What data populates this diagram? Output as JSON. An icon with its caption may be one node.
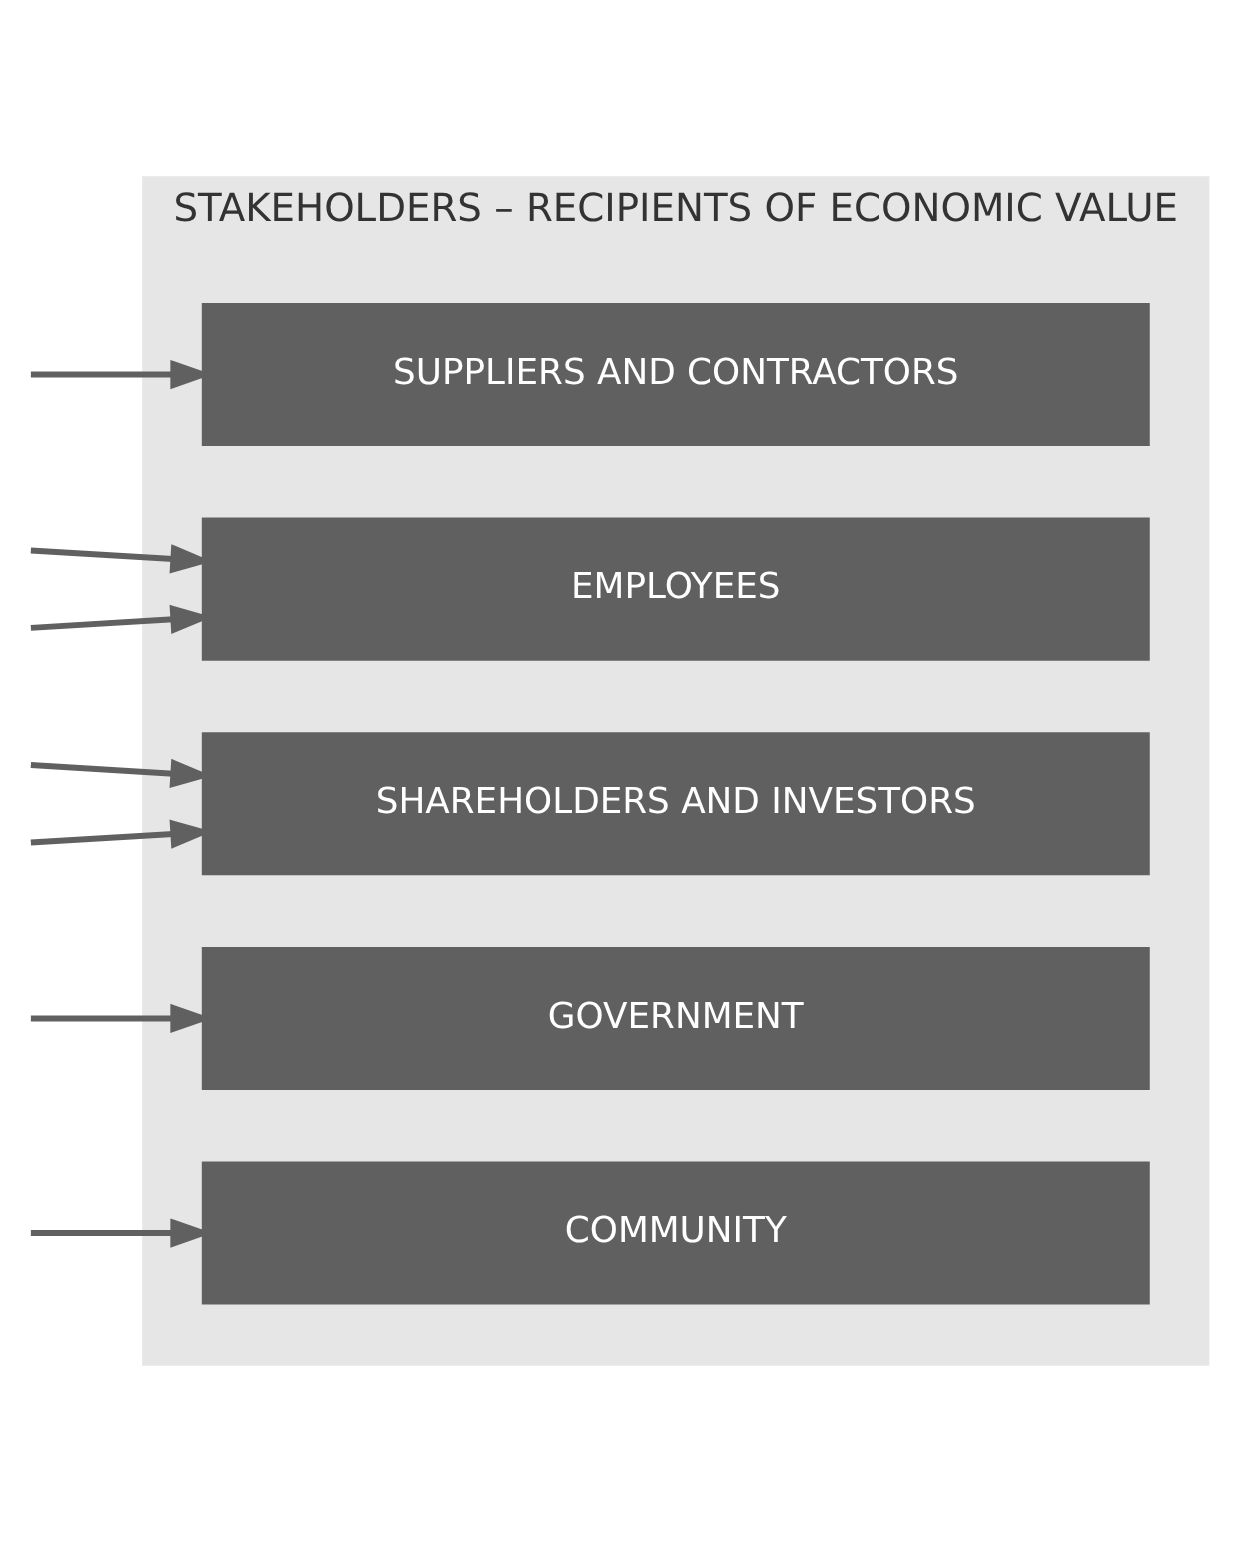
{
  "diagram": {
    "nodes": [
      {
        "text": [
          "STAKEHOLDERS – RECIPIENTS OF ECONOMIC VALUE"
        ]
      },
      {
        "text": [
          "SUPPLIERS AND CONTRACTORS"
        ],
        "in": 0
      },
      {
        "text": [
          "EMPLOYEES"
        ],
        "in": 0
      },
      {
        "text": [
          "SHAREHOLDERS AND INVESTORS"
        ],
        "in": 0
      },
      {
        "text": [
          "GOVERNMENT"
        ],
        "in": 0
      },
      {
        "text": [
          "COMMUNITY"
        ],
        "in": 0
      }
    ],
    "edges": [
      {
        "from": null,
        "to": 1,
        "arrow": "to"
      },
      {
        "from": null,
        "to": 2,
        "arrow": "to"
      },
      {
        "from": null,
        "to": 2,
        "arrow": "to"
      },
      {
        "from": null,
        "to": 3,
        "arrow": "to"
      },
      {
        "from": null,
        "to": 3,
        "arrow": "to"
      },
      {
        "from": null,
        "to": 4,
        "arrow": "to"
      },
      {
        "from": null,
        "to": 5,
        "arrow": "to"
      }
    ]
  }
}
